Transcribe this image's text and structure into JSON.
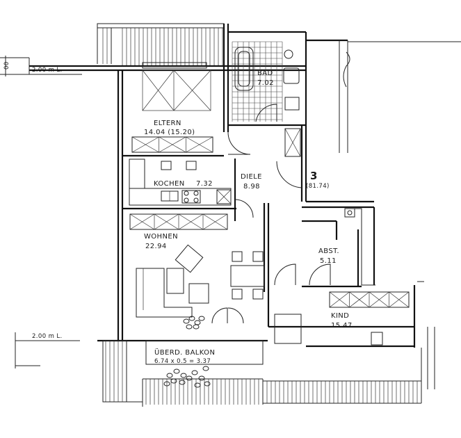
{
  "rooms": {
    "eltern": {
      "name": "ELTERN",
      "area": "14.04 (15.20)"
    },
    "bad": {
      "name": "BAD",
      "area": "7.02"
    },
    "kochen": {
      "name": "KOCHEN",
      "area": "7.32"
    },
    "diele": {
      "name": "DIELE",
      "area": "8.98"
    },
    "wohnen": {
      "name": "WOHNEN",
      "area": "22.94"
    },
    "abst": {
      "name": "ABST.",
      "area": "5.11"
    },
    "kind": {
      "name": "KIND",
      "area": "15.47"
    },
    "balkon": {
      "name": "ÜBERD. BALKON",
      "area": "6.74 x 0.5 = 3.37"
    }
  },
  "unit": {
    "number": "3",
    "total_area": "(81.74)"
  },
  "dimensions": {
    "top": "2.00 m L.",
    "bottom": "2.00 m L.",
    "top_edge": "00"
  }
}
